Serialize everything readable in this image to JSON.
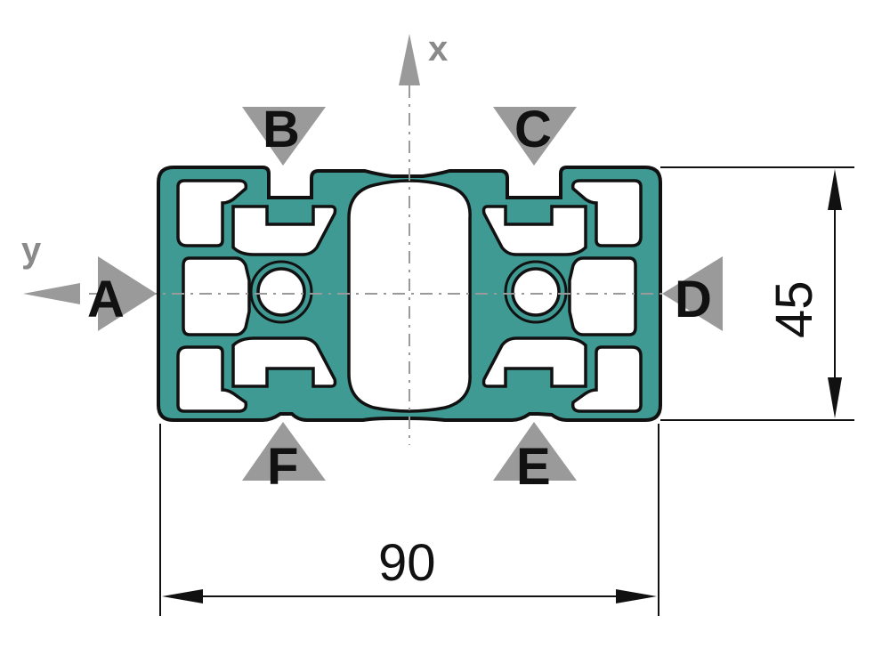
{
  "diagram": {
    "axes": {
      "x": "x",
      "y": "y"
    },
    "slots": {
      "A": "A",
      "B": "B",
      "C": "C",
      "D": "D",
      "E": "E",
      "F": "F"
    },
    "dimensions": {
      "width": "90",
      "height": "45"
    }
  },
  "colors": {
    "profile_fill": "#3f9a93",
    "outline": "#111111",
    "arrow_gray": "#9a9a9a",
    "centerline": "#9a9a9a"
  }
}
